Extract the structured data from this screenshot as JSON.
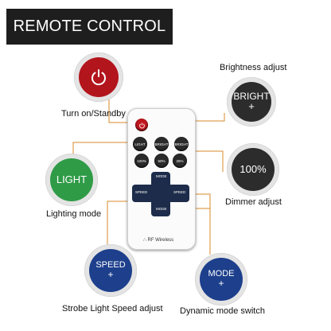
{
  "banner": {
    "title": "REMOTE CONTROL"
  },
  "callouts": {
    "power": {
      "label": "Turn on/Standby",
      "icon": "power-icon"
    },
    "bright": {
      "label": "Brightness adjust",
      "line1": "BRIGHT",
      "line2": "+"
    },
    "light": {
      "label": "Lighting mode",
      "text": "LIGHT"
    },
    "dimmer": {
      "label": "Dimmer adjust",
      "text": "100%"
    },
    "speed": {
      "label": "Strobe Light Speed adjust",
      "line1": "SPEED",
      "line2": "+"
    },
    "mode": {
      "label": "Dynamic mode switch",
      "line1": "MODE",
      "line2": "+"
    }
  },
  "remote": {
    "top_buttons": [
      "LIGHT",
      "BRIGHT",
      "BRIGHT"
    ],
    "mid_buttons": [
      "100%",
      "50%",
      "25%"
    ],
    "cross": {
      "top": "MODE",
      "left": "SPEED",
      "right": "SPEED",
      "bottom": "MODE"
    },
    "brand": "RF Wireless"
  },
  "colors": {
    "power": "#b3151d",
    "bright": "#2c2c2c",
    "light": "#2f9b47",
    "dimmer": "#2c2c2c",
    "speed": "#1d3f8c",
    "mode": "#1d3f8c",
    "leader_line": "#d8892a"
  }
}
